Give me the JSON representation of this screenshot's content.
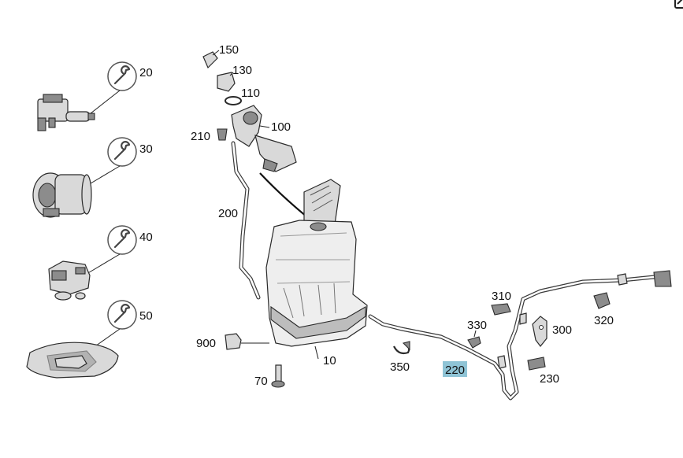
{
  "labels": {
    "l10": "10",
    "l20": "20",
    "l30": "30",
    "l40": "40",
    "l50": "50",
    "l70": "70",
    "l100": "100",
    "l110": "110",
    "l130": "130",
    "l150": "150",
    "l200": "200",
    "l210": "210",
    "l220": "220",
    "l230": "230",
    "l300": "300",
    "l310": "310",
    "l320": "320",
    "l330": "330",
    "l350": "350",
    "l900": "900"
  },
  "highlight_label": "220",
  "colors": {
    "highlight": "#8fc4d6",
    "part_fill": "#d9d9d9",
    "line": "#2a2a2a"
  },
  "icons": [
    "wrench-icon",
    "expand-icon"
  ]
}
